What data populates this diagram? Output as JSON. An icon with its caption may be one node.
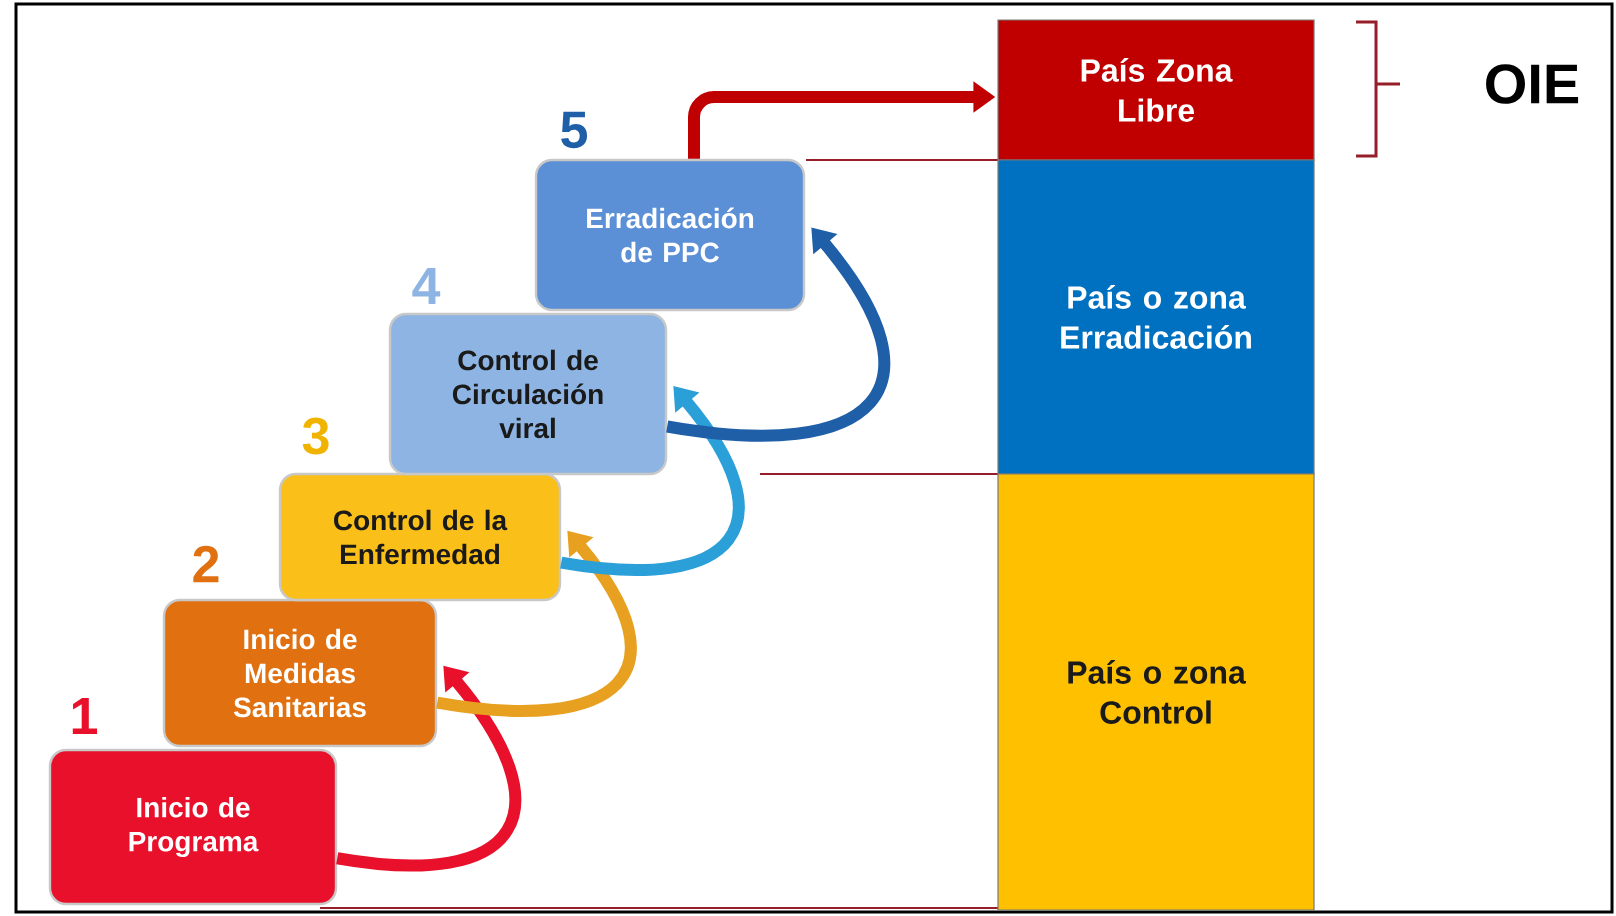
{
  "diagram": {
    "nodes": [
      {
        "text": [
          "Inicio de Programa"
        ],
        "beside": [
          "1"
        ]
      },
      {
        "text": [
          "Inicio de Medidas Sanitarias"
        ],
        "beside": [
          "2"
        ]
      },
      {
        "text": [
          "Control de la Enfermedad"
        ],
        "beside": [
          "3"
        ]
      },
      {
        "text": [
          "Control de Circulación viral"
        ],
        "beside": [
          "4"
        ]
      },
      {
        "text": [
          "Erradicación de PPC"
        ],
        "beside": [
          "5"
        ]
      },
      {
        "text": [
          "País Zona Libre"
        ]
      },
      {
        "text": [
          "País o zona Erradicación"
        ]
      },
      {
        "text": [
          "País o zona Control"
        ]
      }
    ],
    "edges": [
      {
        "from": 0,
        "to": 1,
        "arrow": "to",
        "color": "#e8102a"
      },
      {
        "from": 1,
        "to": 2,
        "arrow": "to",
        "color": "#e8a020"
      },
      {
        "from": 2,
        "to": 3,
        "arrow": "to",
        "color": "#2a9fd8"
      },
      {
        "from": 3,
        "to": 4,
        "arrow": "to",
        "color": "#1f5fa8"
      },
      {
        "from": 4,
        "to": 5,
        "arrow": "to",
        "color": "#c00000"
      }
    ],
    "labels": [
      "OIE"
    ]
  }
}
